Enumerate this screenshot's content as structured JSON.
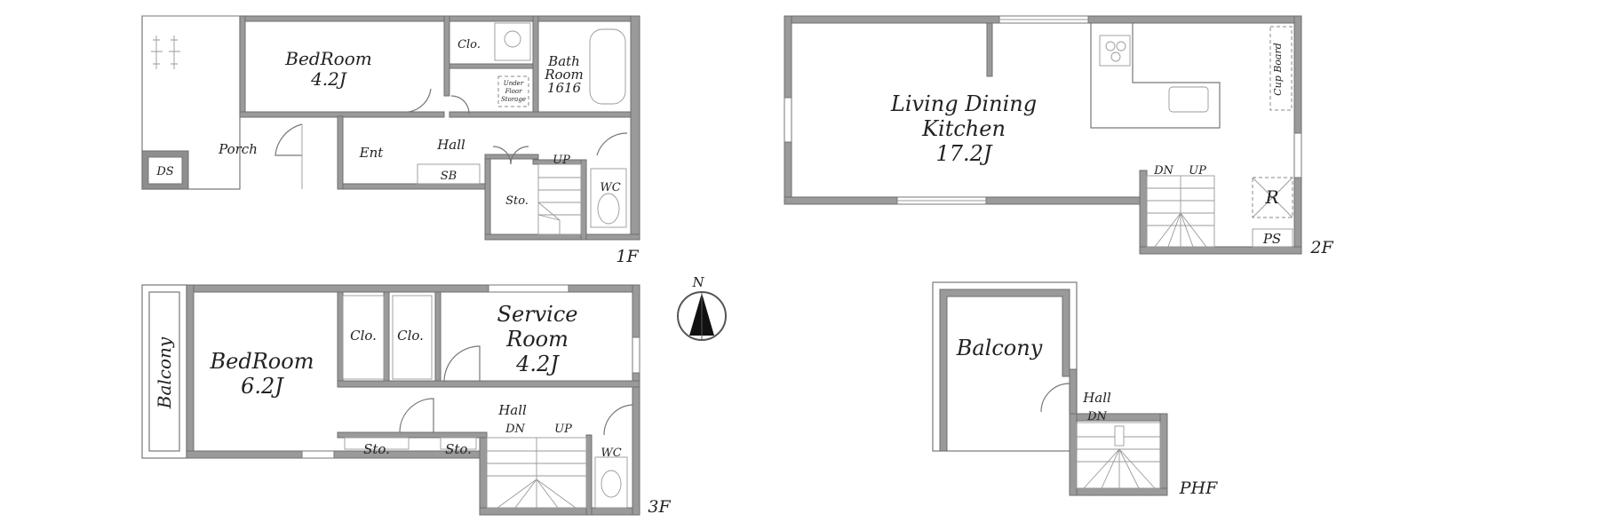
{
  "floors": {
    "f1": {
      "tag": "1F",
      "bedroom_name": "BedRoom",
      "bedroom_size": "4.2J",
      "clo": "Clo.",
      "bath_1": "Bath",
      "bath_2": "Room",
      "bath_3": "1616",
      "under_1": "Under",
      "under_2": "Floor",
      "under_3": "Storage",
      "porch": "Porch",
      "ds": "DS",
      "ent": "Ent",
      "hall": "Hall",
      "sb": "SB",
      "up": "UP",
      "sto": "Sto.",
      "wc": "WC"
    },
    "f2": {
      "tag": "2F",
      "ldk_1": "Living Dining",
      "ldk_2": "Kitchen",
      "ldk_3": "17.2J",
      "cupboard": "Cup Board",
      "dn": "DN",
      "up": "UP",
      "r": "R",
      "ps": "PS"
    },
    "f3": {
      "tag": "3F",
      "balcony": "Balcony",
      "bedroom_name": "BedRoom",
      "bedroom_size": "6.2J",
      "clo_a": "Clo.",
      "clo_b": "Clo.",
      "service_1": "Service",
      "service_2": "Room",
      "service_3": "4.2J",
      "hall": "Hall",
      "dn": "DN",
      "up": "UP",
      "sto_a": "Sto.",
      "sto_b": "Sto.",
      "wc": "WC"
    },
    "phf": {
      "tag": "PHF",
      "balcony": "Balcony",
      "hall": "Hall",
      "dn": "DN"
    }
  },
  "compass": {
    "label": "N"
  }
}
